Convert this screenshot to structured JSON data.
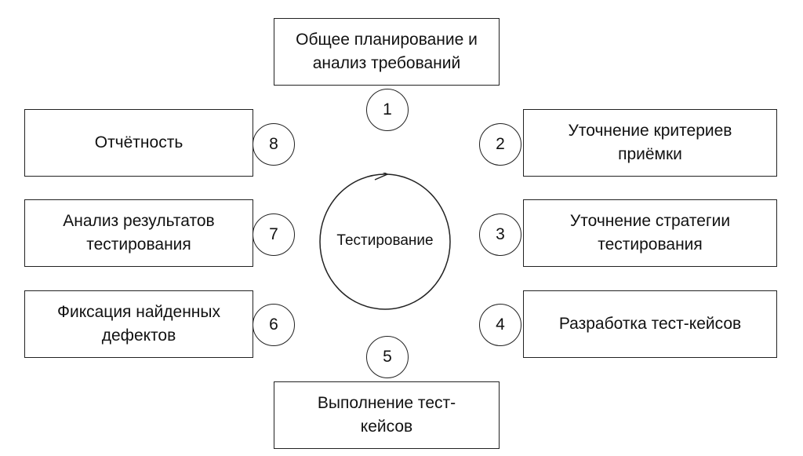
{
  "center": {
    "label": "Тестирование"
  },
  "steps": [
    {
      "number": "1",
      "label": "Общее планирование и\nанализ требований"
    },
    {
      "number": "2",
      "label": "Уточнение критериев\nприёмки"
    },
    {
      "number": "3",
      "label": "Уточнение стратегии\nтестирования"
    },
    {
      "number": "4",
      "label": "Разработка тест-кейсов"
    },
    {
      "number": "5",
      "label": "Выполнение тест-\nкейсов"
    },
    {
      "number": "6",
      "label": "Фиксация найденных\nдефектов"
    },
    {
      "number": "7",
      "label": "Анализ результатов\nтестирования"
    },
    {
      "number": "8",
      "label": "Отчётность"
    }
  ]
}
